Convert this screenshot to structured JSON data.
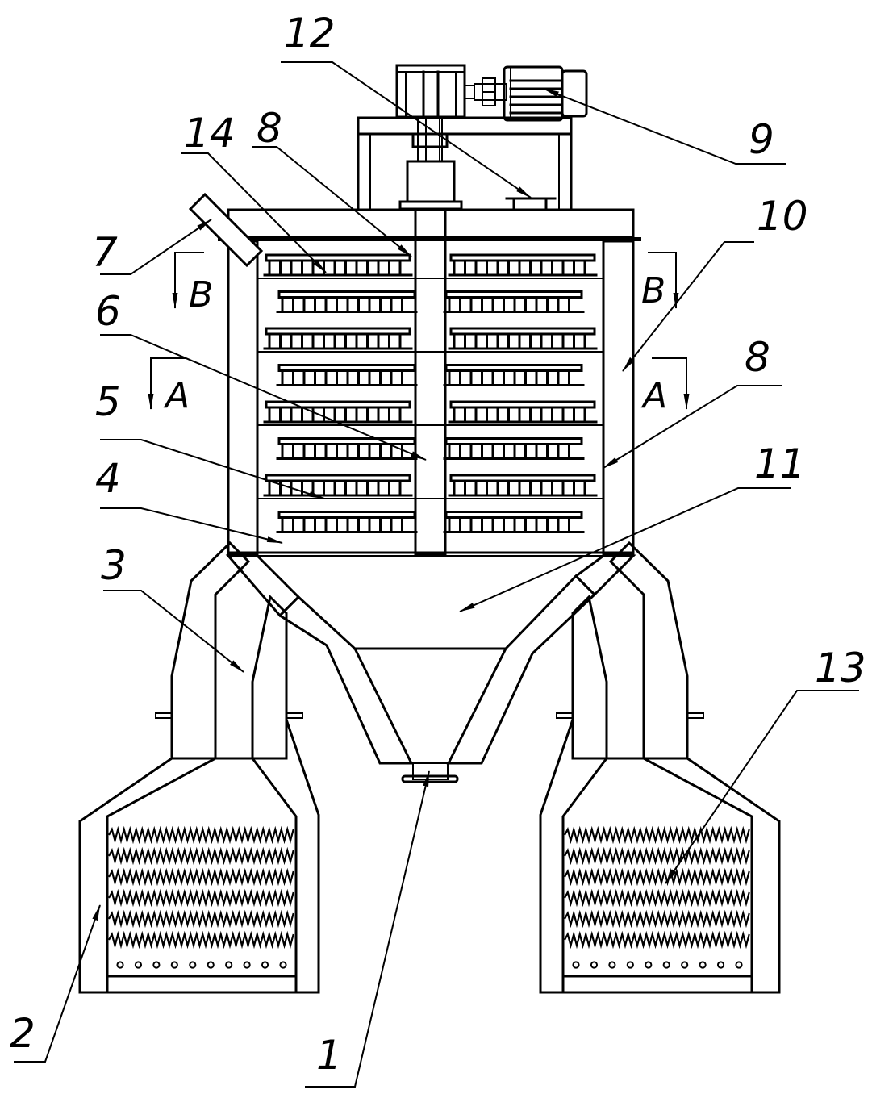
{
  "drawing": {
    "title": "Technical cross-section drawing of drying / heat-treatment apparatus",
    "colors": {
      "line": "#000000",
      "background": "#ffffff"
    },
    "callouts": [
      {
        "id": "c1",
        "label": "1"
      },
      {
        "id": "c2",
        "label": "2"
      },
      {
        "id": "c3",
        "label": "3"
      },
      {
        "id": "c4",
        "label": "4"
      },
      {
        "id": "c5",
        "label": "5"
      },
      {
        "id": "c6",
        "label": "6"
      },
      {
        "id": "c7",
        "label": "7"
      },
      {
        "id": "c8a",
        "label": "8"
      },
      {
        "id": "c8b",
        "label": "8"
      },
      {
        "id": "c9",
        "label": "9"
      },
      {
        "id": "c10",
        "label": "10"
      },
      {
        "id": "c11",
        "label": "11"
      },
      {
        "id": "c12",
        "label": "12"
      },
      {
        "id": "c13",
        "label": "13"
      },
      {
        "id": "c14",
        "label": "14"
      }
    ],
    "section_marks": [
      {
        "id": "B-left",
        "label": "B"
      },
      {
        "id": "B-right",
        "label": "B"
      },
      {
        "id": "A-left",
        "label": "A"
      },
      {
        "id": "A-right",
        "label": "A"
      }
    ],
    "components": {
      "tray_rows": 8,
      "heater_coil_rows": 6,
      "air_holes_per_chamber": 10,
      "combustion_chambers": 2
    }
  }
}
